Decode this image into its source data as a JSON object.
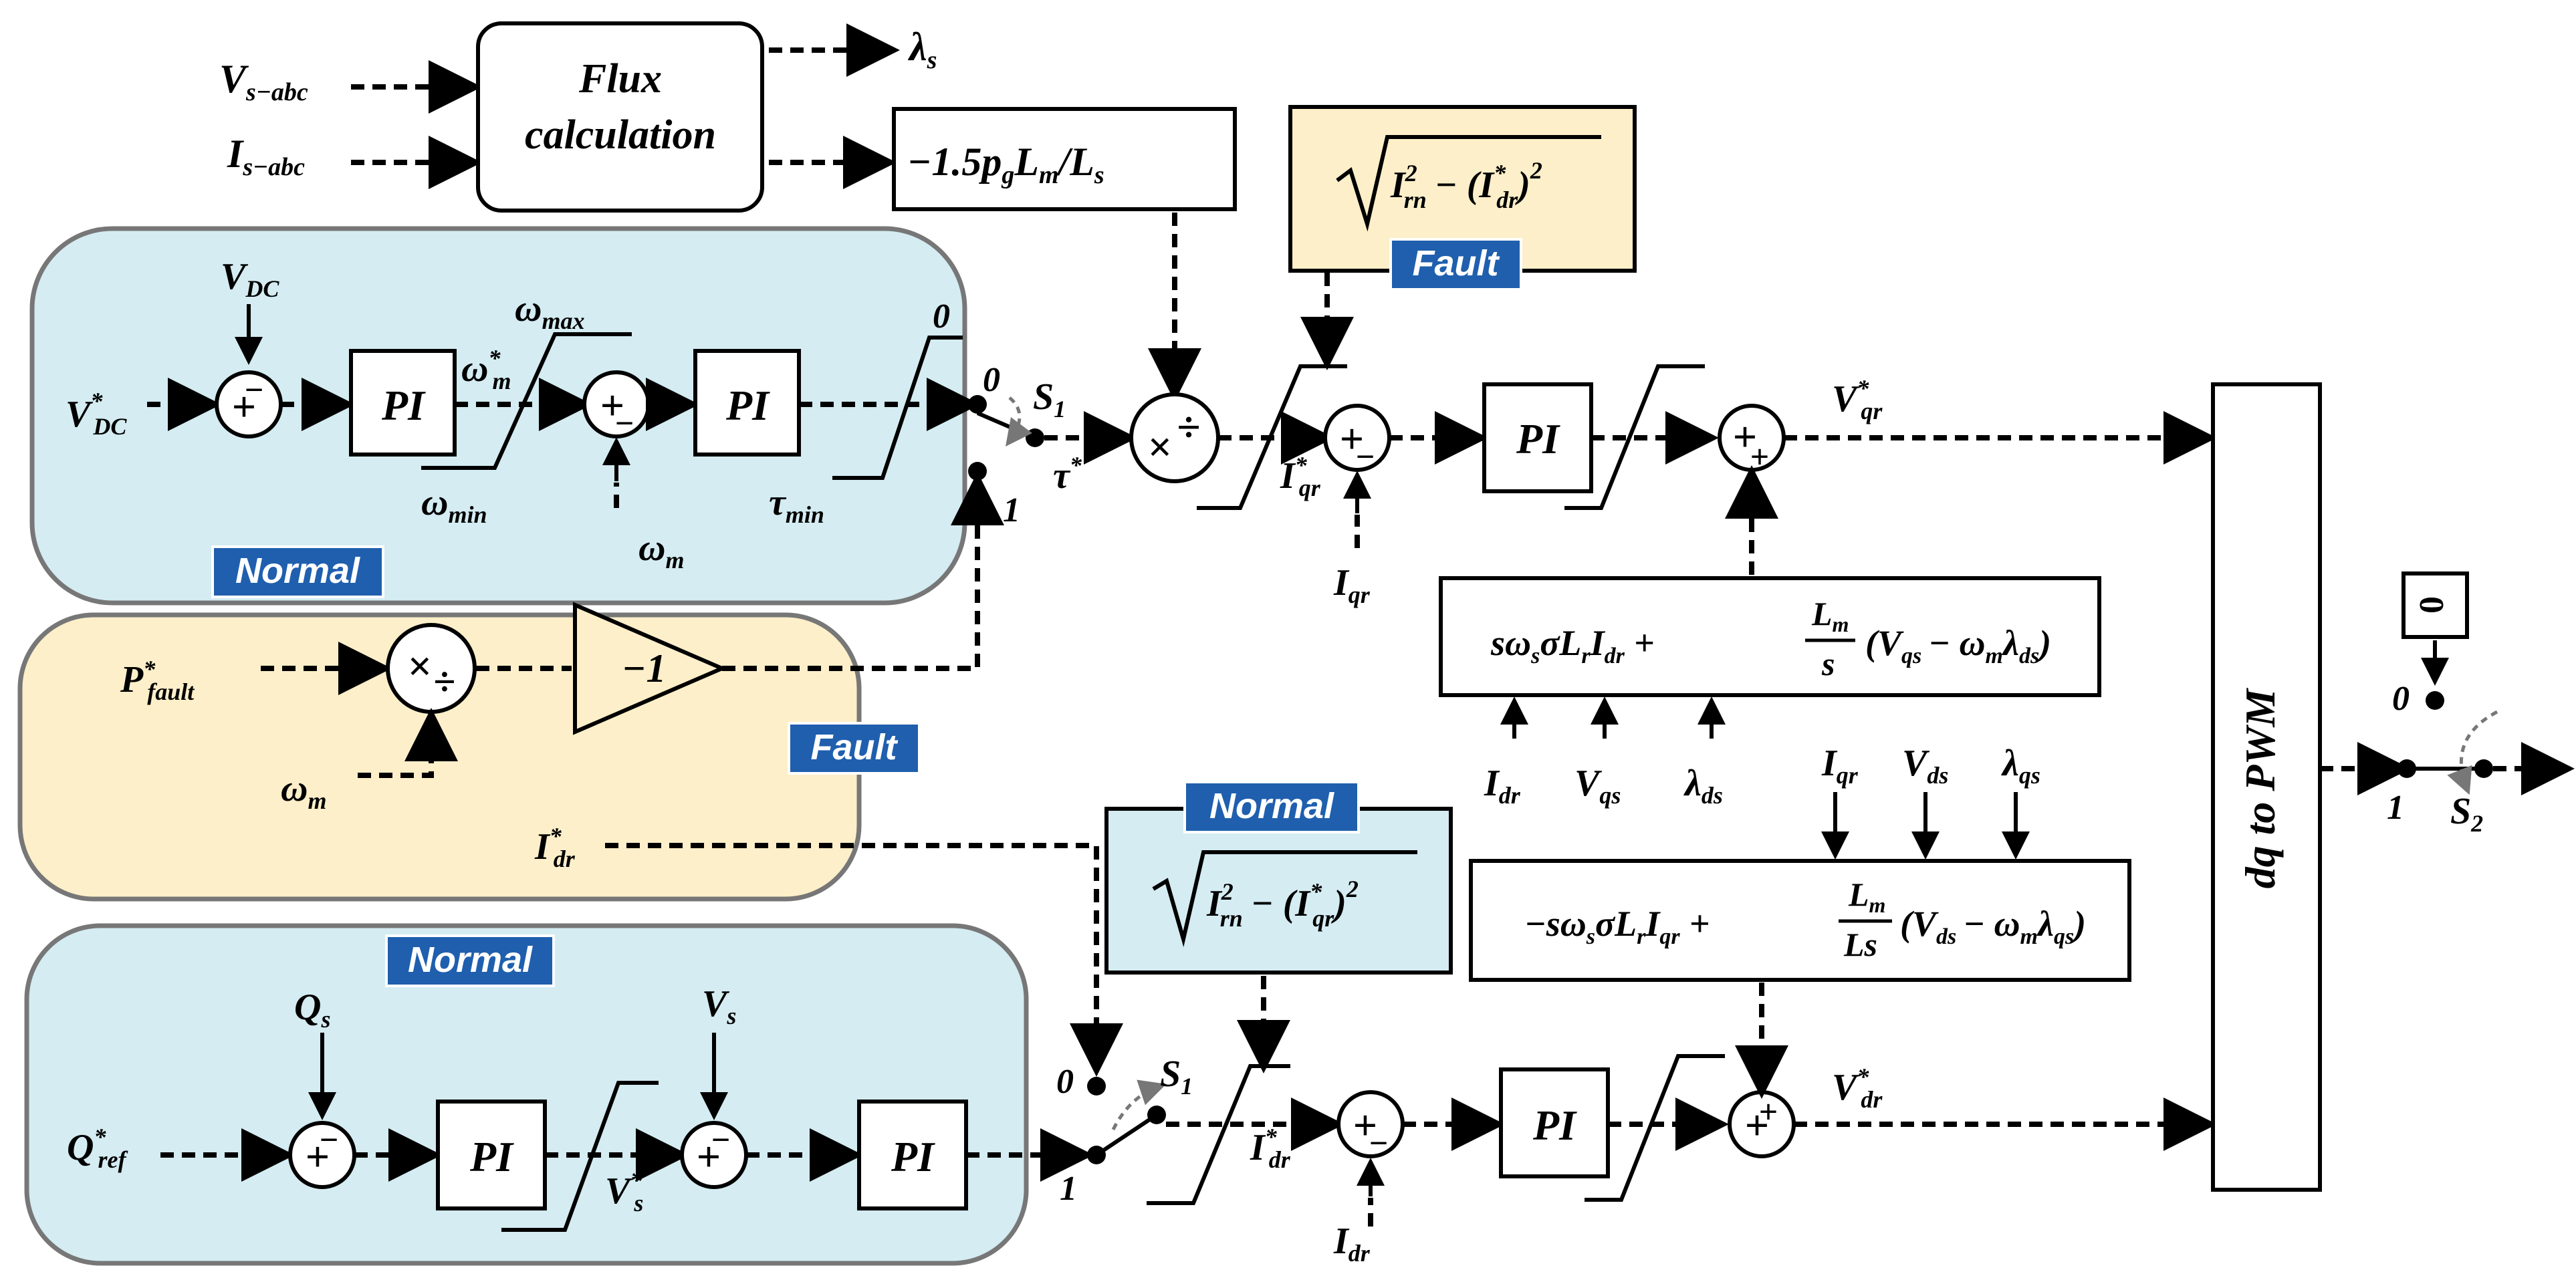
{
  "colors": {
    "normal_region": "#d4ecf2",
    "fault_region": "#fdefc9",
    "badge": "#1f5fae",
    "fault_box_fill": "#fdefc9",
    "normal_box_fill": "#d4ecf2"
  },
  "badges": {
    "normal_top": "Normal",
    "fault_middle": "Fault",
    "fault_top": "Fault",
    "normal_mid": "Normal",
    "normal_bottom": "Normal"
  },
  "blocks": {
    "flux_line1": "Flux",
    "flux_line2": "calculation",
    "gain_top": "−1.5p",
    "gain_top_sub": "g",
    "gain_top_rest": "L",
    "gain_top_rest_sub": "m",
    "gain_top_tail": "/L",
    "gain_top_tail_sub": "s",
    "minus_one": "−1",
    "pi": "PI",
    "dq_to_pwm": "dq to PWM",
    "zero_const": "0"
  },
  "signals": {
    "V": "V",
    "s_abc": "s−abc",
    "I": "I",
    "lambda": "λ",
    "s": "s",
    "DC": "DC",
    "omega": "ω",
    "max": "max",
    "min": "min",
    "m": "m",
    "tau": "τ",
    "star": "*",
    "S": "S",
    "one": "1",
    "zero": "0",
    "two": "2",
    "qr": "qr",
    "dr": "dr",
    "P": "P",
    "fault": "fault",
    "Q": "Q",
    "ref": "ref",
    "qs": "qs",
    "ds": "ds"
  },
  "sqrt_top": {
    "a": "I",
    "a_sub": "rn",
    "mid": "− (I",
    "mid_sub": "dr",
    "tail": ")",
    "pow": "2"
  },
  "sqrt_bottom": {
    "a": "I",
    "a_sub": "rn",
    "mid": "− (I",
    "mid_sub": "qr",
    "tail": ")",
    "pow": "2"
  },
  "feedforward_q": {
    "front": "sω",
    "front_sub": "s",
    "mid": "σL",
    "mid_sub": "r",
    "i": "I",
    "i_sub": "dr",
    "plus": "+",
    "frac_num": "L",
    "frac_num_sub": "m",
    "frac_den": "s",
    "paren": "(V",
    "paren_sub": "qs",
    "minus": "− ω",
    "minus_sub": "m",
    "lam": "λ",
    "lam_sub": "ds",
    "close": ")"
  },
  "feedforward_d": {
    "front": "−sω",
    "front_sub": "s",
    "mid": "σL",
    "mid_sub": "r",
    "i": "I",
    "i_sub": "qr",
    "plus": "+",
    "frac_num": "L",
    "frac_num_sub": "m",
    "frac_den": "Ls",
    "paren": "(V",
    "paren_sub": "ds",
    "minus": "− ω",
    "minus_sub": "m",
    "lam": "λ",
    "lam_sub": "qs",
    "close": ")"
  },
  "sum_signs": {
    "plus": "+",
    "minus": "−",
    "times": "×",
    "divide": "÷"
  }
}
